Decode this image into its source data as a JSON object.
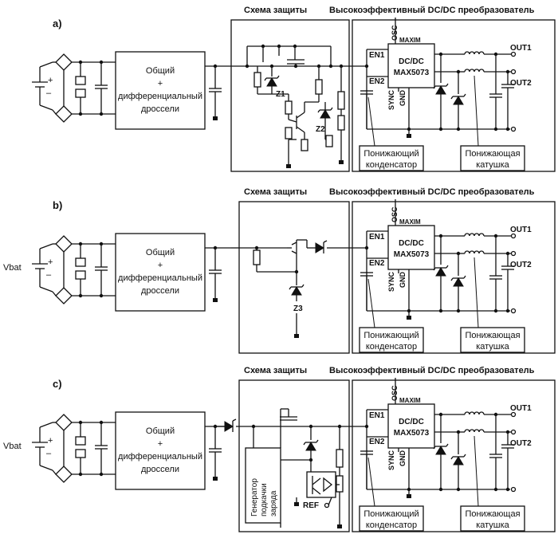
{
  "sections": [
    {
      "label": "a)",
      "source_label": "",
      "choke_lines": [
        "Общий",
        "+",
        "дифференциальный",
        "дроссели"
      ],
      "protection_title": "Схема защиты",
      "converter_title": "Высокоэффективный DC/DC преобразователь",
      "ic": {
        "brand": "MAXIM",
        "name1": "DC/DC",
        "name2": "MAX5073",
        "osc": "OSC",
        "en1": "EN1",
        "en2": "EN2",
        "sync": "SYNC",
        "gnd": "GND"
      },
      "out1": "OUT1",
      "out2": "OUT2",
      "cap_label": [
        "Понижающий",
        "конденсатор"
      ],
      "coil_label": [
        "Понижающая",
        "катушка"
      ],
      "zeners": [
        "Z1",
        "Z2"
      ]
    },
    {
      "label": "b)",
      "source_label": "Vbat",
      "choke_lines": [
        "Общий",
        "+",
        "дифференциальный",
        "дроссели"
      ],
      "protection_title": "Схема защиты",
      "converter_title": "Высокоэффективный DC/DC преобразователь",
      "ic": {
        "brand": "MAXIM",
        "name1": "DC/DC",
        "name2": "MAX5073",
        "osc": "OSC",
        "en1": "EN1",
        "en2": "EN2",
        "sync": "SYNC",
        "gnd": "GND"
      },
      "out1": "OUT1",
      "out2": "OUT2",
      "cap_label": [
        "Понижающий",
        "конденсатор"
      ],
      "coil_label": [
        "Понижающая",
        "катушка"
      ],
      "zeners": [
        "Z3"
      ]
    },
    {
      "label": "c)",
      "source_label": "Vbat",
      "choke_lines": [
        "Общий",
        "+",
        "дифференциальный",
        "дроссели"
      ],
      "protection_title": "Схема защиты",
      "converter_title": "Высокоэффективный DC/DC преобразователь",
      "ic": {
        "brand": "MAXIM",
        "name1": "DC/DC",
        "name2": "MAX5073",
        "osc": "OSC",
        "en1": "EN1",
        "en2": "EN2",
        "sync": "SYNC",
        "gnd": "GND"
      },
      "out1": "OUT1",
      "out2": "OUT2",
      "cap_label": [
        "Понижающий",
        "конденсатор"
      ],
      "coil_label": [
        "Понижающая",
        "катушка"
      ],
      "charge_pump": [
        "Генератор",
        "подкачки",
        "заряда"
      ],
      "ref": "REF"
    }
  ]
}
